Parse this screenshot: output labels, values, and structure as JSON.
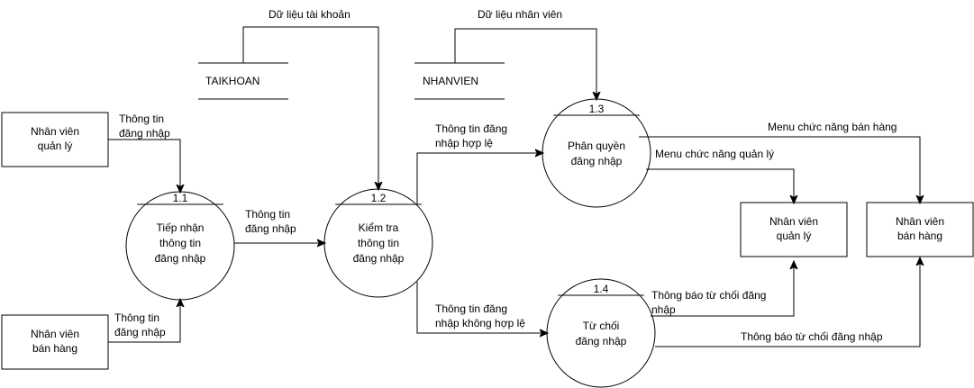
{
  "entities": {
    "manager_top": [
      "Nhân viên",
      "quản lý"
    ],
    "sales_bottom": [
      "Nhân viên",
      "bán hàng"
    ],
    "manager_right": [
      "Nhân viên",
      "quản lý"
    ],
    "sales_right": [
      "Nhân viên",
      "bán hàng"
    ]
  },
  "processes": {
    "p11": {
      "id": "1.1",
      "label": [
        "Tiếp nhận",
        "thông tin",
        "đăng nhập"
      ]
    },
    "p12": {
      "id": "1.2",
      "label": [
        "Kiểm tra",
        "thông tin",
        "đăng nhập"
      ]
    },
    "p13": {
      "id": "1.3",
      "label": [
        "Phân quyền",
        "đăng nhập"
      ]
    },
    "p14": {
      "id": "1.4",
      "label": [
        "Từ chối",
        "đăng nhập"
      ]
    }
  },
  "stores": {
    "taikhoan": "TAIKHOAN",
    "nhanvien": "NHANVIEN"
  },
  "flows": {
    "account_data": "Dữ liệu tài khoản",
    "employee_data": "Dữ liệu nhân viên",
    "login_info_manager": [
      "Thông tin",
      "đăng nhập"
    ],
    "login_info_sales": [
      "Thông tin",
      "đăng nhập"
    ],
    "login_info_to_check": [
      "Thông tin",
      "đăng nhập"
    ],
    "valid_login": [
      "Thông tin đăng",
      "nhập hợp lệ"
    ],
    "invalid_login": [
      "Thông tin đăng",
      "nhập không hợp lệ"
    ],
    "sales_menu": "Menu chức năng bán hàng",
    "manager_menu": "Menu chức năng  quản lý",
    "reject_manager": [
      "Thông báo từ chối đăng",
      "nhập"
    ],
    "reject_sales": "Thông báo từ chối đăng nhập"
  }
}
